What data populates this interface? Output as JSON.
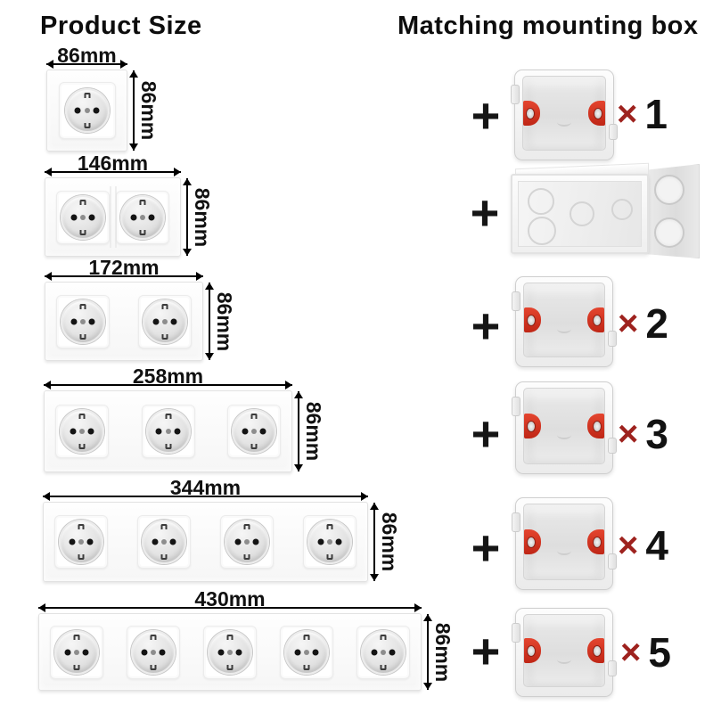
{
  "left_title": "Product Size",
  "right_title": "Matching mounting box",
  "products": [
    {
      "width_label": "86mm",
      "height_label": "86mm",
      "sockets": 1,
      "divider": false
    },
    {
      "width_label": "146mm",
      "height_label": "86mm",
      "sockets": 2,
      "divider": true
    },
    {
      "width_label": "172mm",
      "height_label": "86mm",
      "sockets": 2,
      "divider": false
    },
    {
      "width_label": "258mm",
      "height_label": "86mm",
      "sockets": 3,
      "divider": false
    },
    {
      "width_label": "344mm",
      "height_label": "86mm",
      "sockets": 4,
      "divider": false
    },
    {
      "width_label": "430mm",
      "height_label": "86mm",
      "sockets": 5,
      "divider": false
    }
  ],
  "mounting_rows": [
    {
      "plus": "+",
      "box_type": "square",
      "box_icon": "single-gang-mounting-box",
      "times": "×",
      "count": "1"
    },
    {
      "plus": "+",
      "box_type": "wide",
      "box_icon": "rectangular-mounting-box",
      "times": "",
      "count": ""
    },
    {
      "plus": "+",
      "box_type": "square",
      "box_icon": "single-gang-mounting-box",
      "times": "×",
      "count": "2"
    },
    {
      "plus": "+",
      "box_type": "square",
      "box_icon": "single-gang-mounting-box",
      "times": "×",
      "count": "3"
    },
    {
      "plus": "+",
      "box_type": "square",
      "box_icon": "single-gang-mounting-box",
      "times": "×",
      "count": "4"
    },
    {
      "plus": "+",
      "box_type": "square",
      "box_icon": "single-gang-mounting-box",
      "times": "×",
      "count": "5"
    }
  ],
  "colors": {
    "times_red": "#9e221e",
    "clamp_red": "#d7352a"
  }
}
